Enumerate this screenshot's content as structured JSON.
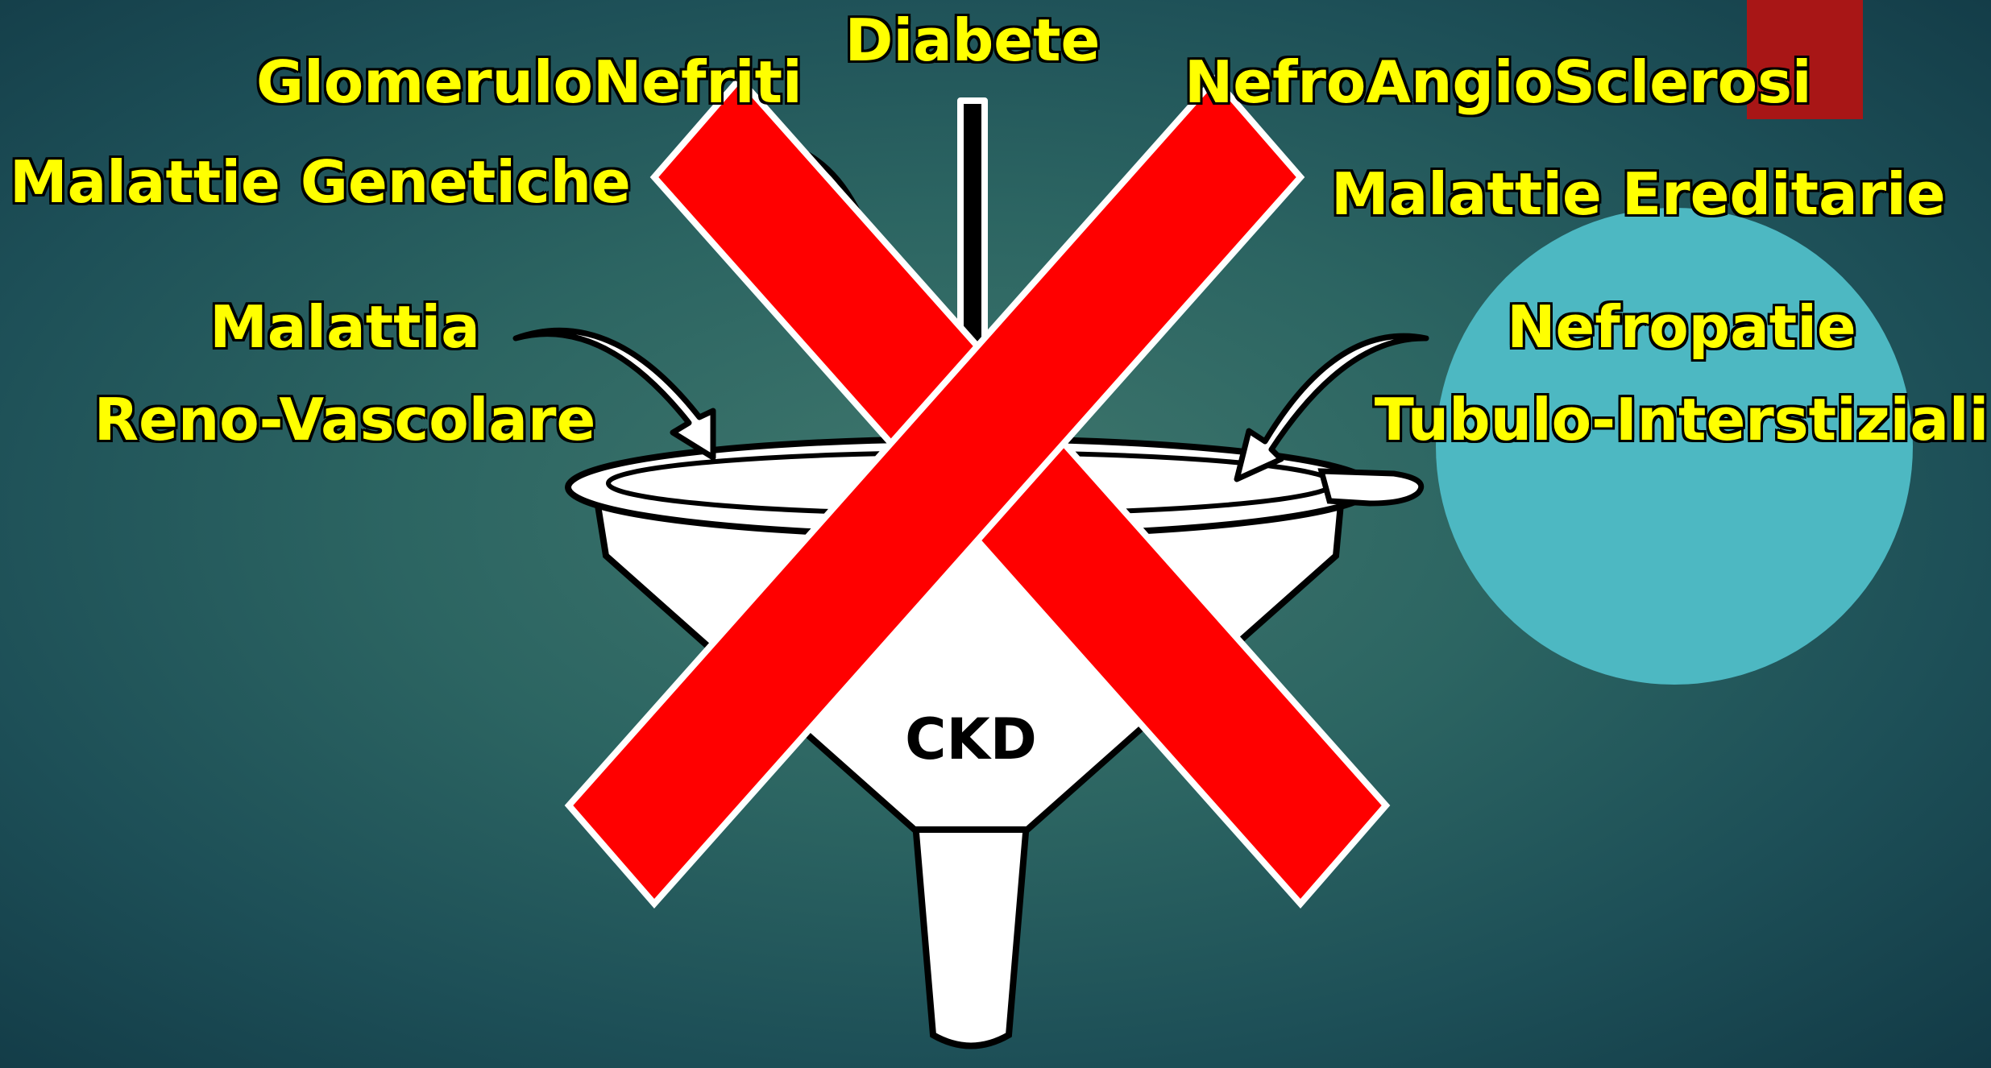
{
  "colors": {
    "label_text": "#ffff00",
    "cross": "#ff0000",
    "circle": "#4db8c2",
    "corner_square": "#a81616",
    "funnel": "#ffffff"
  },
  "labels": {
    "diabete": "Diabete",
    "glomerulonefriti": "GlomeruloNefriti",
    "nefroangiosclerosi": "NefroAngioSclerosi",
    "malattie_genetiche": "Malattie Genetiche",
    "malattie_ereditarie": "Malattie Ereditarie",
    "malattia_line1": "Malattia",
    "malattia_line2": "Reno-Vascolare",
    "nefropatie_line1": "Nefropatie",
    "nefropatie_line2": "Tubulo-Interstiziali"
  },
  "funnel": {
    "label": "CKD"
  },
  "icons": [
    "funnel-icon",
    "cross-icon",
    "arrow-icon"
  ]
}
